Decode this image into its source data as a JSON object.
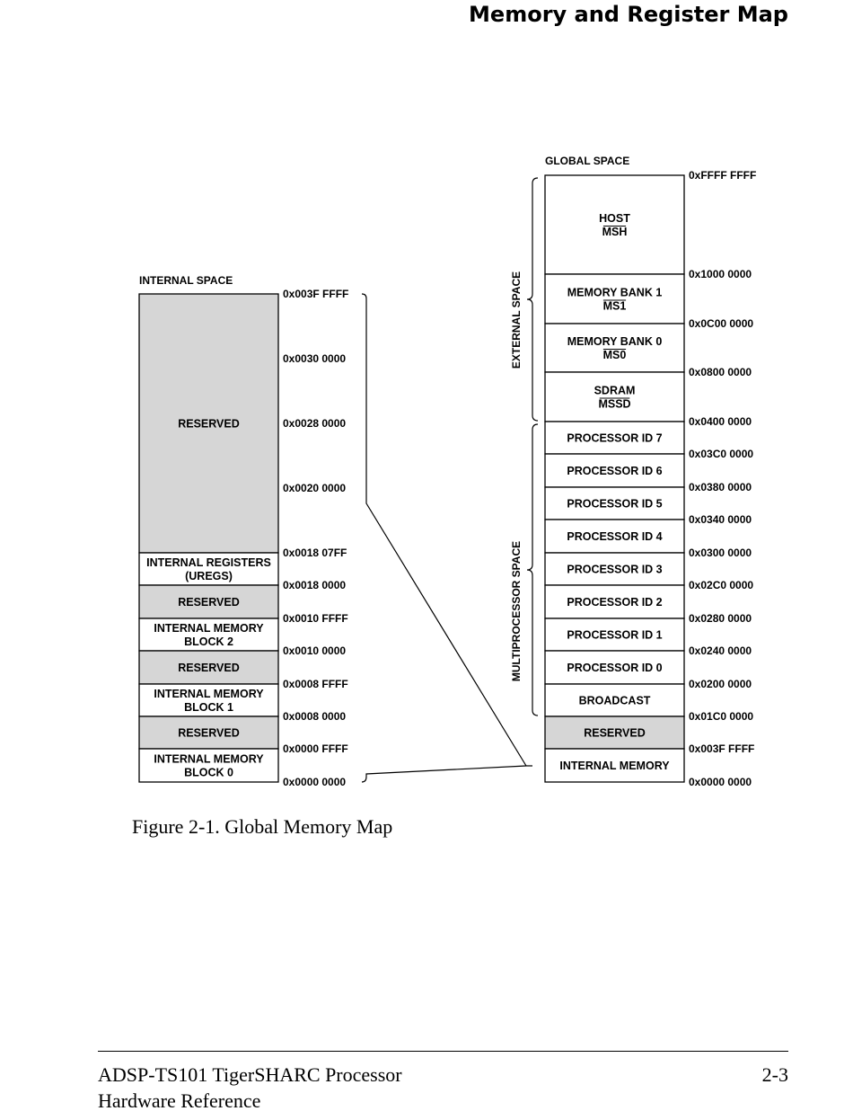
{
  "header": {
    "title": "Memory and Register Map"
  },
  "figure": {
    "caption": "Figure 2-1. Global Memory Map",
    "internal": {
      "title": "INTERNAL SPACE",
      "blocks": [
        {
          "lines": [
            "RESERVED"
          ],
          "shaded": true
        },
        {
          "lines": [
            "INTERNAL REGISTERS",
            "(UREGS)"
          ],
          "shaded": false
        },
        {
          "lines": [
            "RESERVED"
          ],
          "shaded": true
        },
        {
          "lines": [
            "INTERNAL MEMORY",
            "BLOCK 2"
          ],
          "shaded": false
        },
        {
          "lines": [
            "RESERVED"
          ],
          "shaded": true
        },
        {
          "lines": [
            "INTERNAL MEMORY",
            "BLOCK 1"
          ],
          "shaded": false
        },
        {
          "lines": [
            "RESERVED"
          ],
          "shaded": true
        },
        {
          "lines": [
            "INTERNAL MEMORY",
            "BLOCK 0"
          ],
          "shaded": false
        }
      ],
      "addresses": [
        "0x003F FFFF",
        "0x0030 0000",
        "0x0028 0000",
        "0x0020 0000",
        "0x0018 07FF",
        "0x0018 0000",
        "0x0010 FFFF",
        "0x0010 0000",
        "0x0008 FFFF",
        "0x0008 0000",
        "0x0000 FFFF",
        "0x0000 0000"
      ]
    },
    "global": {
      "title": "GLOBAL SPACE",
      "blocks": [
        {
          "lines": [
            "HOST"
          ],
          "overbar": "MSH",
          "shaded": false
        },
        {
          "lines": [
            "MEMORY BANK 1"
          ],
          "overbar": "MS1",
          "shaded": false
        },
        {
          "lines": [
            "MEMORY BANK 0"
          ],
          "overbar": "MS0",
          "shaded": false
        },
        {
          "lines": [
            "SDRAM"
          ],
          "overbar": "MSSD",
          "shaded": false
        },
        {
          "lines": [
            "PROCESSOR ID 7"
          ],
          "shaded": false
        },
        {
          "lines": [
            "PROCESSOR ID 6"
          ],
          "shaded": false
        },
        {
          "lines": [
            "PROCESSOR ID 5"
          ],
          "shaded": false
        },
        {
          "lines": [
            "PROCESSOR ID 4"
          ],
          "shaded": false
        },
        {
          "lines": [
            "PROCESSOR ID 3"
          ],
          "shaded": false
        },
        {
          "lines": [
            "PROCESSOR ID 2"
          ],
          "shaded": false
        },
        {
          "lines": [
            "PROCESSOR ID 1"
          ],
          "shaded": false
        },
        {
          "lines": [
            "PROCESSOR ID 0"
          ],
          "shaded": false
        },
        {
          "lines": [
            "BROADCAST"
          ],
          "shaded": false
        },
        {
          "lines": [
            "RESERVED"
          ],
          "shaded": true
        },
        {
          "lines": [
            "INTERNAL MEMORY"
          ],
          "shaded": false
        }
      ],
      "addresses": [
        "0xFFFF FFFF",
        "0x1000 0000",
        "0x0C00 0000",
        "0x0800 0000",
        "0x0400 0000",
        "0x03C0 0000",
        "0x0380 0000",
        "0x0340 0000",
        "0x0300 0000",
        "0x02C0 0000",
        "0x0280 0000",
        "0x0240 0000",
        "0x0200 0000",
        "0x01C0 0000",
        "0x003F FFFF",
        "0x0000 0000"
      ],
      "brace_labels": [
        "EXTERNAL SPACE",
        "MULTIPROCESSOR SPACE"
      ]
    }
  },
  "footer": {
    "line1": "ADSP-TS101 TigerSHARC Processor",
    "line2": "Hardware Reference",
    "page": "2-3"
  },
  "colors": {
    "shade": "#d6d6d6",
    "line": "#000000"
  }
}
